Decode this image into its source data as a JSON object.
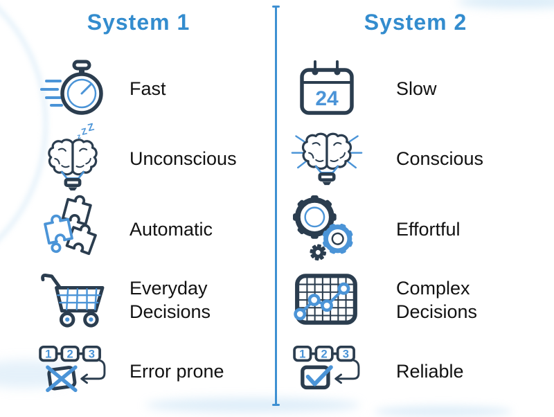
{
  "columns": [
    {
      "header": "System 1",
      "rows": [
        {
          "icon": "stopwatch-icon",
          "label": "Fast"
        },
        {
          "icon": "sleeping-brain-icon",
          "label": "Unconscious"
        },
        {
          "icon": "puzzle-pieces-icon",
          "label": "Automatic"
        },
        {
          "icon": "shopping-cart-icon",
          "label": "Everyday Decisions"
        },
        {
          "icon": "numbered-steps-error-icon",
          "label": "Error prone"
        }
      ]
    },
    {
      "header": "System 2",
      "rows": [
        {
          "icon": "calendar-icon",
          "label": "Slow"
        },
        {
          "icon": "thinking-brain-icon",
          "label": "Conscious"
        },
        {
          "icon": "gears-icon",
          "label": "Effortful"
        },
        {
          "icon": "line-chart-icon",
          "label": "Complex Decisions"
        },
        {
          "icon": "numbered-steps-check-icon",
          "label": "Reliable"
        }
      ]
    }
  ],
  "icon_text": {
    "calendar_day": "24",
    "steps": [
      "1",
      "2",
      "3"
    ],
    "sleep": [
      "z",
      "Z",
      "Z"
    ]
  },
  "colors": {
    "accent_blue": "#338CCE",
    "icon_blue": "#4B94D7",
    "icon_dark": "#2B3D4F",
    "label_text": "#111111"
  }
}
